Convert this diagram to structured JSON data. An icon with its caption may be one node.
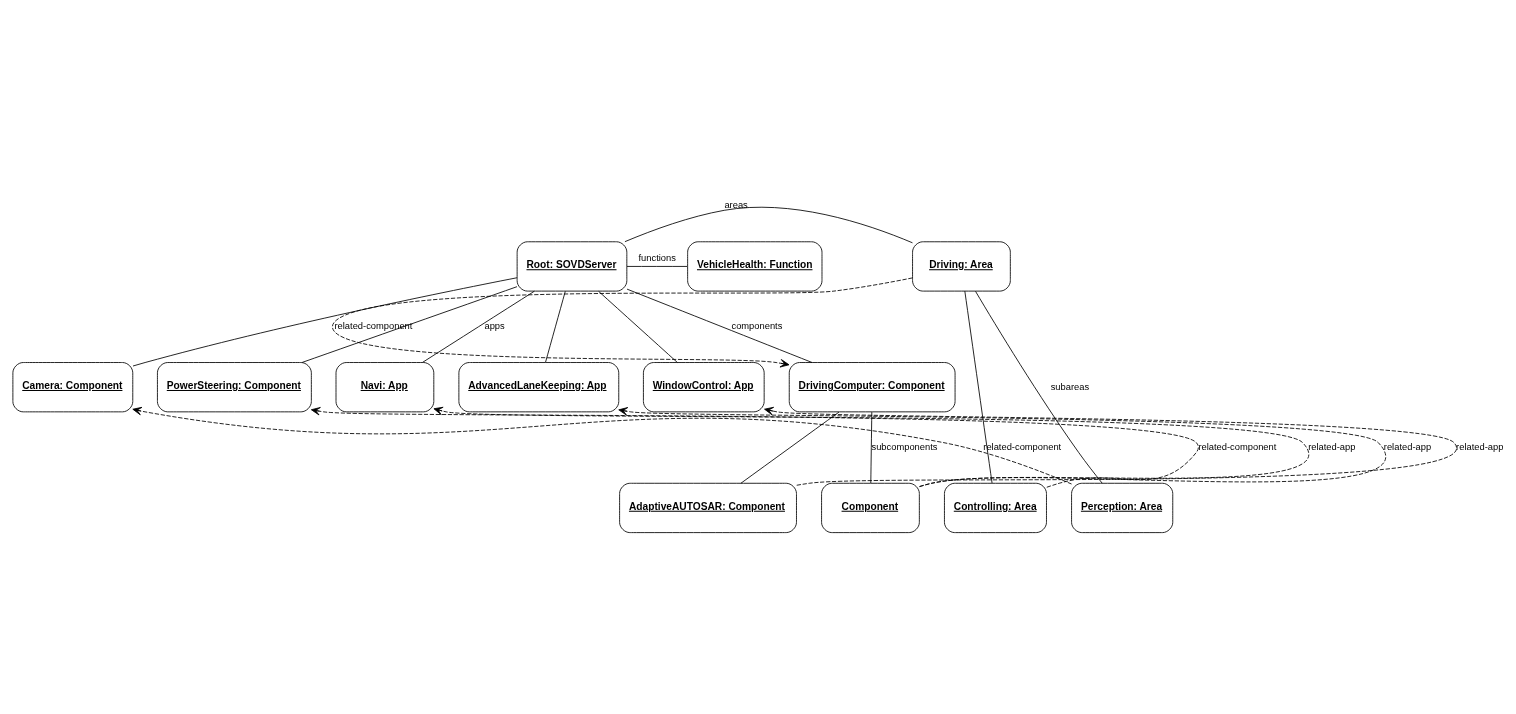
{
  "diagram": {
    "nodes": [
      {
        "text": [
          "Driving: Area"
        ]
      },
      {
        "text": [
          "Root: SOVDServer"
        ]
      },
      {
        "text": [
          "VehicleHealth: Function"
        ]
      },
      {
        "text": [
          "DrivingComputer: Component"
        ]
      },
      {
        "text": [
          "Camera: Component"
        ]
      },
      {
        "text": [
          "PowerSteering: Component"
        ]
      },
      {
        "text": [
          "Navi: App"
        ]
      },
      {
        "text": [
          "AdvancedLaneKeeping: App"
        ]
      },
      {
        "text": [
          "WindowControl: App"
        ]
      },
      {
        "text": [
          "Perception: Area"
        ]
      },
      {
        "text": [
          "Component"
        ]
      },
      {
        "text": [
          "Controlling: Area"
        ]
      },
      {
        "text": [
          "AdaptiveAUTOSAR: Component"
        ]
      }
    ],
    "edges": [
      {
        "from": 1,
        "to": 0,
        "arrow": "none",
        "label": "areas"
      },
      {
        "from": 1,
        "to": 2,
        "arrow": "none",
        "label": "functions"
      },
      {
        "from": 1,
        "to": 3,
        "arrow": "none",
        "label": "components"
      },
      {
        "from": 1,
        "to": 4,
        "arrow": "none"
      },
      {
        "from": 1,
        "to": 5,
        "arrow": "none"
      },
      {
        "from": 1,
        "to": 6,
        "arrow": "none",
        "label": "apps"
      },
      {
        "from": 1,
        "to": 7,
        "arrow": "none"
      },
      {
        "from": 1,
        "to": 8,
        "arrow": "none"
      },
      {
        "from": 0,
        "to": 3,
        "arrow": "to",
        "style": "dashed",
        "label": "related-component"
      },
      {
        "from": 0,
        "to": 9,
        "arrow": "none",
        "label": "subareas"
      },
      {
        "from": 0,
        "to": 11,
        "arrow": "none"
      },
      {
        "from": 3,
        "to": 10,
        "arrow": "none",
        "label": "subcomponents"
      },
      {
        "from": 3,
        "to": 12,
        "arrow": "none"
      },
      {
        "from": 9,
        "to": 4,
        "arrow": "to",
        "style": "dashed",
        "label": "related-component"
      },
      {
        "from": 11,
        "to": 5,
        "arrow": "to",
        "style": "dashed",
        "label": "related-component"
      },
      {
        "from": 10,
        "to": 6,
        "arrow": "to",
        "style": "dashed",
        "label": "related-app"
      },
      {
        "from": 10,
        "to": 7,
        "arrow": "to",
        "style": "dashed",
        "label": "related-app"
      },
      {
        "from": 12,
        "to": 8,
        "arrow": "to",
        "style": "dashed",
        "label": "related-app"
      }
    ]
  }
}
